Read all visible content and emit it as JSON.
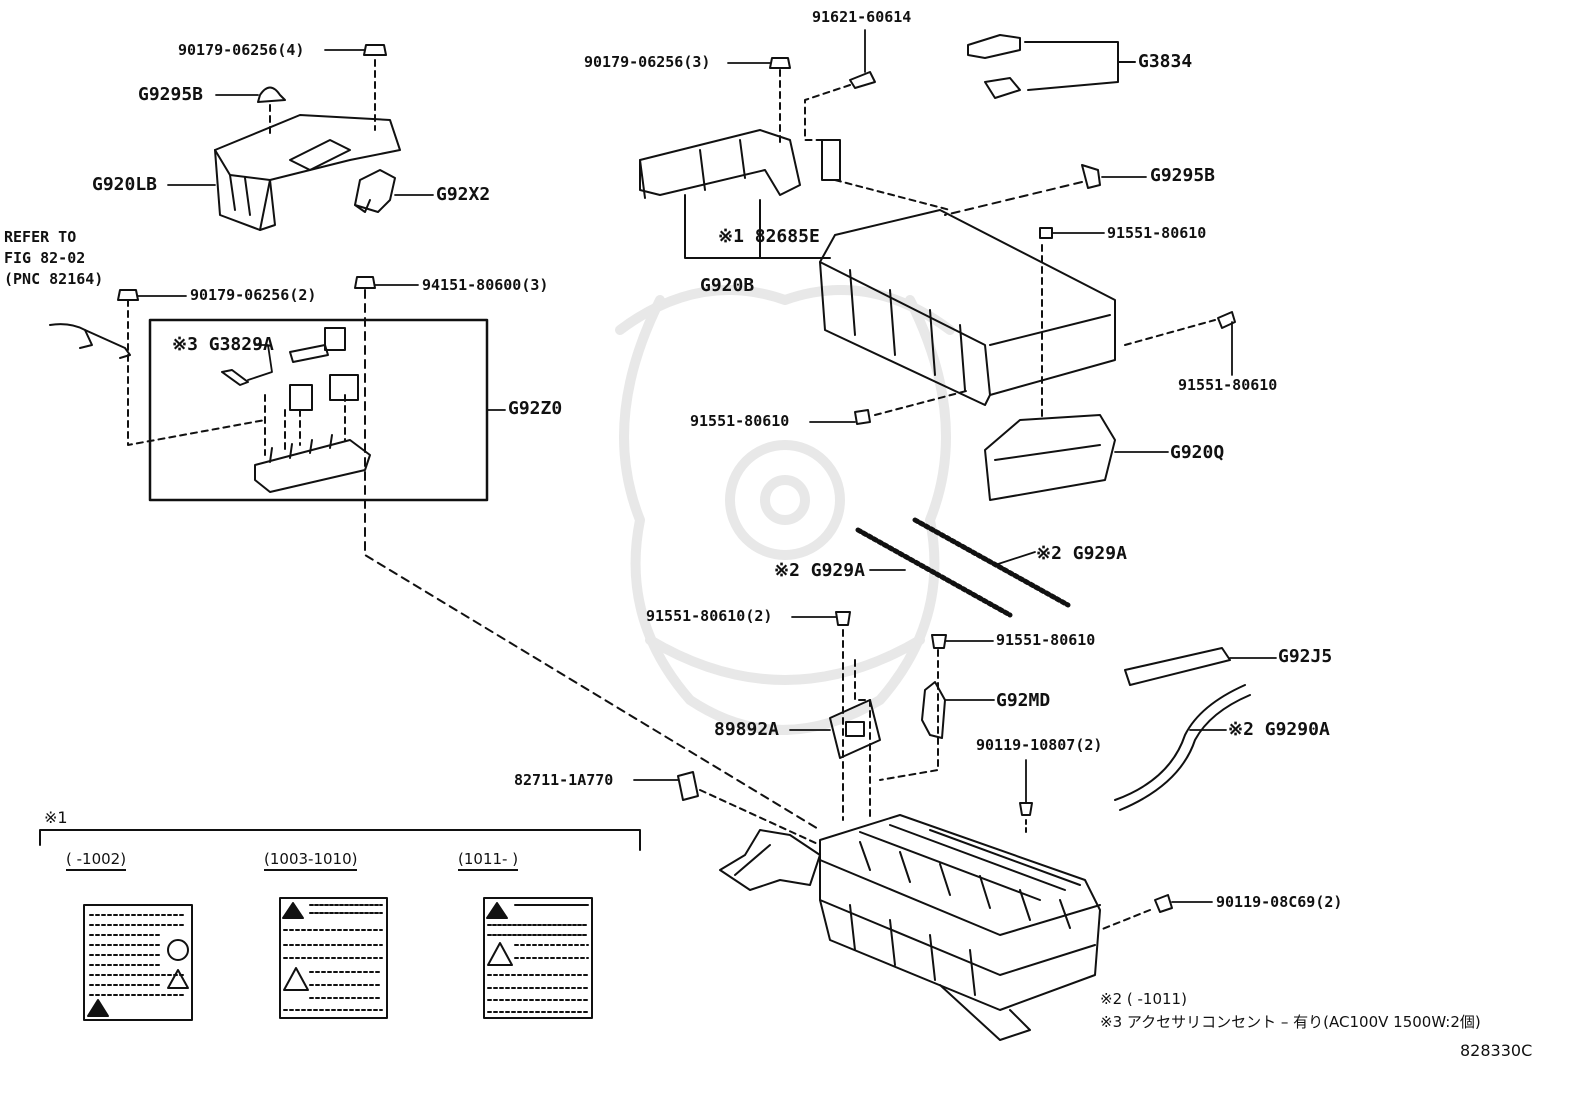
{
  "labels": {
    "p90179_4": "90179-06256(4)",
    "g9295b_a": "G9295B",
    "g920lb": "G920LB",
    "g92x2": "G92X2",
    "refer1": "REFER TO",
    "refer2": "FIG 82-02",
    "refer3": "(PNC 82164)",
    "p90179_2": "90179-06256(2)",
    "p94151": "94151-80600(3)",
    "g3829a": "※3 G3829A",
    "g92z0": "G92Z0",
    "p90179_3": "90179-06256(3)",
    "p91621": "91621-60614",
    "g3834": "G3834",
    "g9295b_b": "G9295B",
    "p82685e": "※1 82685E",
    "g920b": "G920B",
    "p91551_a": "91551-80610",
    "p91551_b": "91551-80610",
    "p91551_c": "91551-80610",
    "g920q": "G920Q",
    "g929a_a": "※2 G929A",
    "g929a_b": "※2 G929A",
    "p91551_2": "91551-80610(2)",
    "p91551_d": "91551-80610",
    "g92j5": "G92J5",
    "g92md": "G92MD",
    "p89892a": "89892A",
    "g9290a": "※2 G9290A",
    "p90119_10807": "90119-10807(2)",
    "p82711": "82711-1A770",
    "p90119_08c69": "90119-08C69(2)"
  },
  "legend": {
    "mark": "※1",
    "col1": "(      -1002)",
    "col2": "(1003-1010)",
    "col3": "(1011-      )"
  },
  "notes": {
    "n2": "※2 (      -1011)",
    "n3": "※3 アクセサリコンセント – 有り(AC100V 1500W:2個)",
    "code": "828330C"
  }
}
